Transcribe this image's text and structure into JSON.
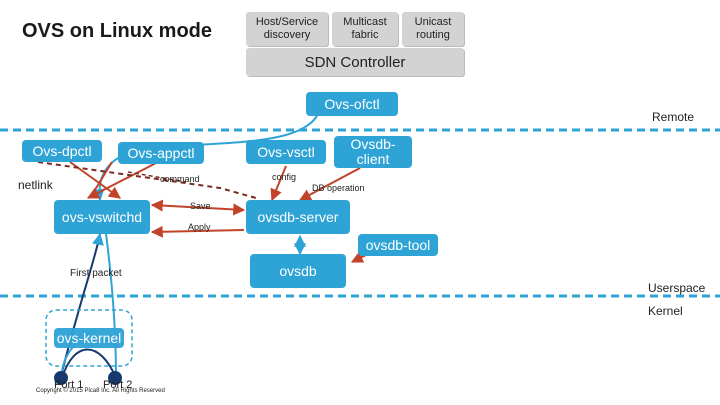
{
  "title": "OVS on Linux mode",
  "controller": {
    "apps": [
      "Host/Service discovery",
      "Multicast fabric",
      "Unicast routing"
    ],
    "label": "SDN Controller"
  },
  "components": {
    "ovs_ofctl": "Ovs-ofctl",
    "ovs_dpctl": "Ovs-dpctl",
    "ovs_appctl": "Ovs-appctl",
    "ovs_vsctl": "Ovs-vsctl",
    "ovsdb_client": "Ovsdb-client",
    "ovs_vswitchd": "ovs-vswitchd",
    "ovsdb_server": "ovsdb-server",
    "ovsdb_tool": "ovsdb-tool",
    "ovsdb": "ovsdb",
    "ovs_kernel": "ovs-kernel"
  },
  "zones": {
    "remote": "Remote",
    "userspace": "Userspace",
    "kernel": "Kernel"
  },
  "edge_labels": {
    "netlink": "netlink",
    "command": "command",
    "config": "config",
    "db_operation": "DB operation",
    "save": "Save",
    "apply": "Apply",
    "first_packet": "First packet"
  },
  "ports": [
    "Port 1",
    "Port 2"
  ],
  "copyright": "Copyright © 2015 Pica8 Inc. All Rights Reserved",
  "colors": {
    "box": "#2ea3d6",
    "arrow": "#c0432a",
    "dash": "#2ea3d6",
    "controller": "#d3d3d3",
    "port": "#163a6e"
  }
}
